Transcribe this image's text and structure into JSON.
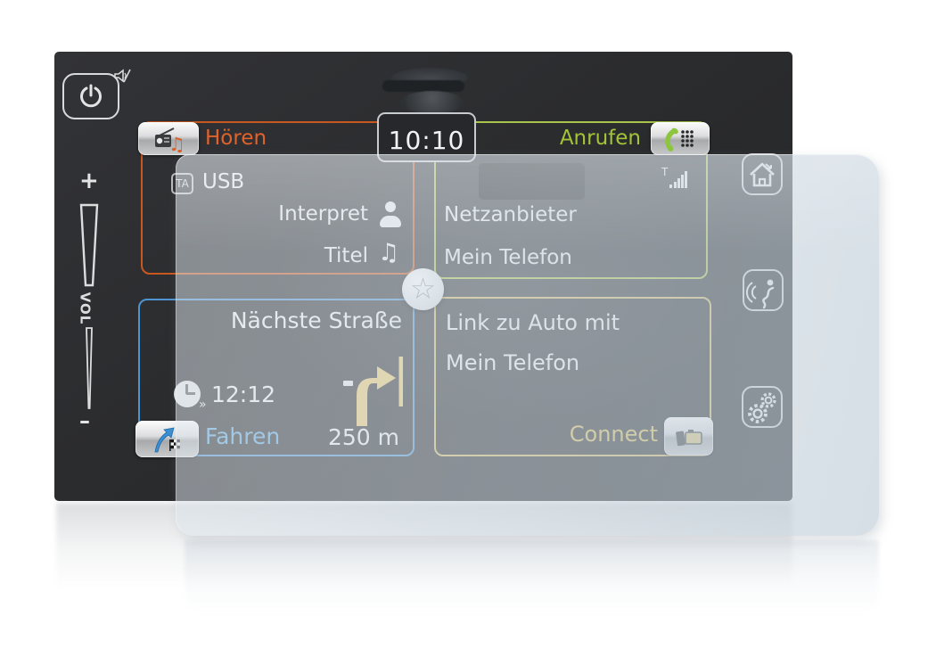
{
  "hardware": {
    "power": {
      "icon": "power-icon",
      "mute_icon": "speaker-muted-icon"
    },
    "volume": {
      "plus": "+",
      "label": "VOL",
      "minus": "–"
    },
    "side_buttons": {
      "home": {
        "icon": "home-icon"
      },
      "voice": {
        "icon": "voice-command-icon"
      },
      "settings": {
        "icon": "gears-icon"
      }
    }
  },
  "statusbar": {
    "clock": "10:10"
  },
  "tabs": {
    "listen": {
      "label": "Hören",
      "color": "#e2622b",
      "icon": "radio-music-icon",
      "note_glyph": "♫"
    },
    "call": {
      "label": "Anrufen",
      "color": "#a4c438",
      "icon": "phone-keypad-icon"
    },
    "drive": {
      "label": "Fahren",
      "color": "#64a9da",
      "icon": "route-flag-icon"
    }
  },
  "quadrants": {
    "media": {
      "border_color": "#c8581f",
      "badge": "TA",
      "source": "USB",
      "artist_label": "Interpret",
      "artist_icon": "artist-icon",
      "title_label": "Titel",
      "title_icon": "music-note-icon",
      "title_glyph": "♫"
    },
    "phone": {
      "border_color": "#a9c44b",
      "signal_icon": "signal-strength-icon",
      "signal_label": "T",
      "network_label": "Netzanbieter",
      "device_name": "Mein Telefon"
    },
    "navigation": {
      "border_color": "#4f94d2",
      "title": "Nächste Straße",
      "eta_icon": "arrival-time-icon",
      "eta_more_glyph": "»",
      "eta": "12:12",
      "maneuver_icon": "turn-right-arrow-icon",
      "distance": "250 m"
    },
    "connectivity": {
      "border_color": "#d2b964",
      "line1": "Link zu Auto mit",
      "line2": "Mein Telefon",
      "action_label": "Connect",
      "action_icon": "phone-dock-icon"
    }
  },
  "center": {
    "icon": "favorites-star-icon",
    "glyph": "☆"
  }
}
